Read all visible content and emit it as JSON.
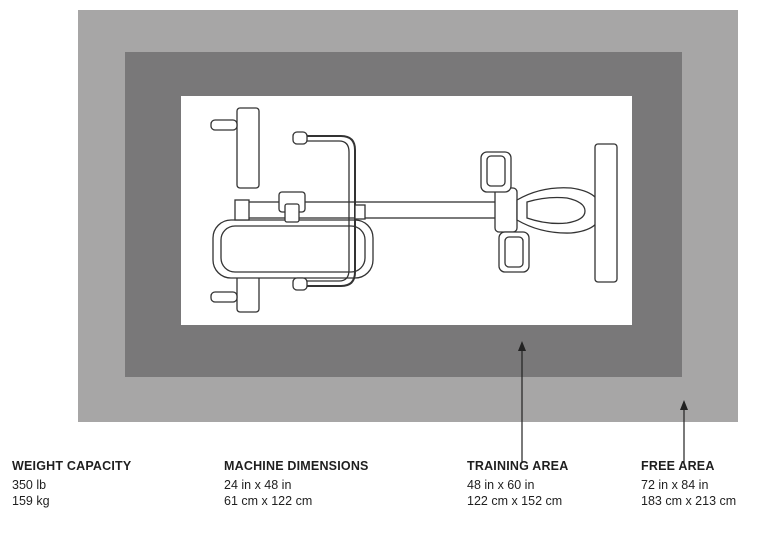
{
  "specs": {
    "weight_capacity": {
      "title": "WEIGHT CAPACITY",
      "line1": "350 lb",
      "line2": "159 kg"
    },
    "machine_dimensions": {
      "title": "MACHINE DIMENSIONS",
      "line1": "24 in x 48 in",
      "line2": "61 cm x 122 cm"
    },
    "training_area": {
      "title": "TRAINING AREA",
      "line1": "48 in x 60 in",
      "line2": "122 cm x 152 cm"
    },
    "free_area": {
      "title": "FREE AREA",
      "line1": "72 in x 84 in",
      "line2": "183 cm x 213 cm"
    }
  },
  "colors": {
    "free_area": "#a7a6a6",
    "training_area": "#797879",
    "machine_area": "#ffffff"
  },
  "icons": [
    "rowing-machine-top-view-icon",
    "arrow-up-icon"
  ]
}
